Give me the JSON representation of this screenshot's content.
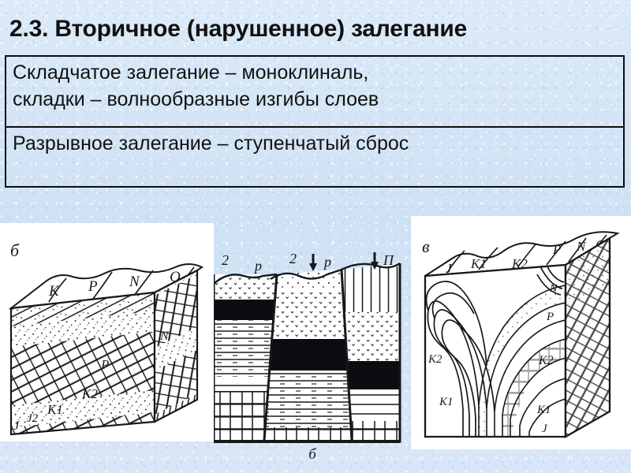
{
  "slide": {
    "title": "2.3. Вторичное (нарушенное) залегание",
    "background_color": "#d6e5f5",
    "ink_color": "#15181c"
  },
  "text_table": {
    "rows": [
      {
        "id": "folded-bedding",
        "lines": [
          "Складчатое залегание – моноклиналь,",
          "складки – волнообразные изгибы слоев"
        ]
      },
      {
        "id": "fault-bedding",
        "lines": [
          "Разрывное залегание – ступенчатый сброс"
        ]
      }
    ]
  },
  "figures": {
    "monocline_block": {
      "caption": "б",
      "surface_labels": [
        "K",
        "P",
        "N",
        "Q"
      ],
      "side_labels": [
        "N",
        "P",
        "K2",
        "K1",
        "J2",
        "J"
      ]
    },
    "step_fault_section": {
      "caption": "б",
      "top_markers": [
        "2",
        "p",
        "2",
        "p",
        "П"
      ],
      "arrow_markers": [
        "↓",
        "↓"
      ]
    },
    "folded_block": {
      "caption": "в",
      "surface_labels": [
        "J",
        "K1",
        "K2",
        "P",
        "N",
        "Q"
      ],
      "interior_labels": [
        "K2",
        "K1",
        "N",
        "P",
        "K2",
        "K1",
        "J"
      ]
    }
  }
}
